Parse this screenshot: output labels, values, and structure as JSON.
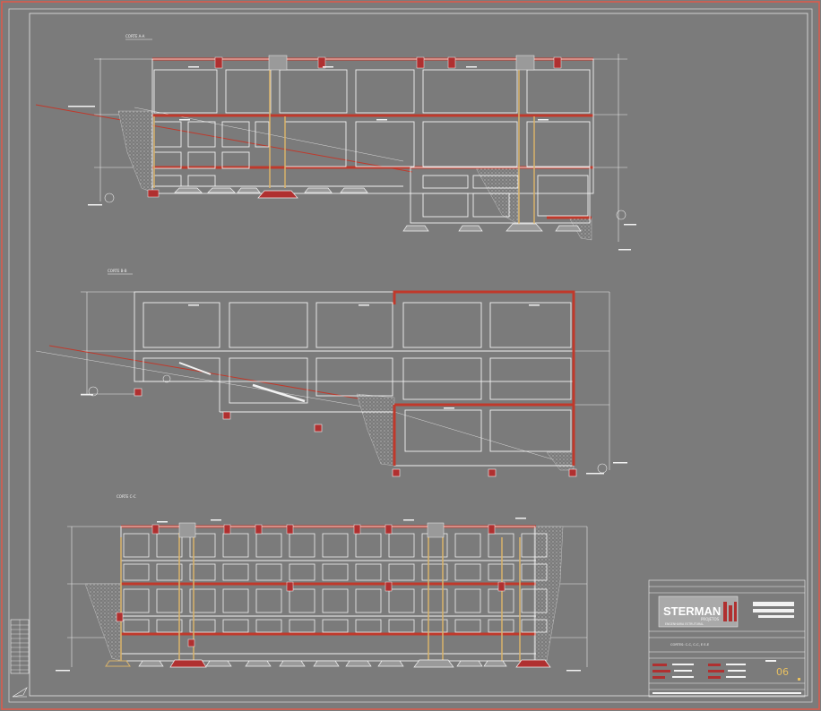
{
  "sections": [
    {
      "id": "corte-a",
      "title": "CORTE A-A"
    },
    {
      "id": "corte-b",
      "title": "CORTE B-B"
    },
    {
      "id": "corte-c",
      "title": "CORTE C-C"
    }
  ],
  "title_block": {
    "company": "STERMAN",
    "company_sub": "PROJETOS",
    "company_tag": "ENGENHARIA ESTRUTURAL",
    "drawing_title": "CORTES: C-C, C-C, E E-E",
    "sheet_number": "06"
  },
  "colors": {
    "background": "#7b7b7b",
    "beam": "#c0392b",
    "beam_fill": "#b03030",
    "outline": "#f2f2f2",
    "column": "#d9b36a",
    "border": "#e05a4a",
    "hatch": "#9a9a9a"
  }
}
